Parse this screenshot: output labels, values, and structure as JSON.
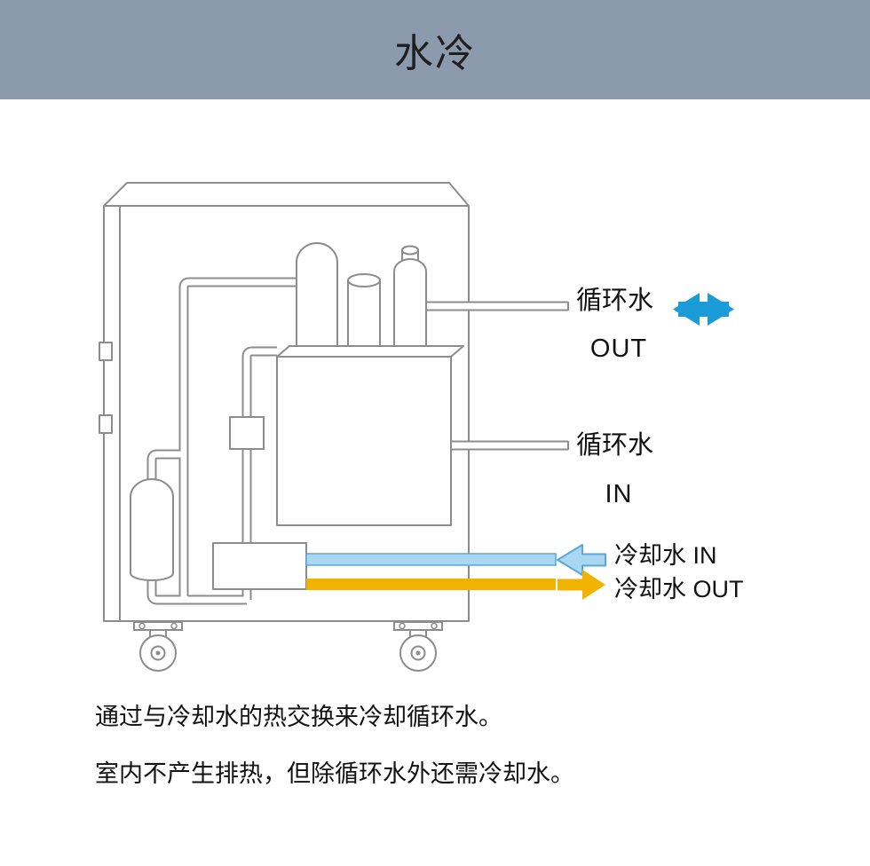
{
  "header": {
    "title": "水冷"
  },
  "diagram": {
    "circulating_water_out": {
      "label": "循环水",
      "direction": "OUT"
    },
    "circulating_water_in": {
      "label": "循环水",
      "direction": "IN"
    },
    "cooling_water_in": {
      "label": "冷却水 IN"
    },
    "cooling_water_out": {
      "label": "冷却水 OUT"
    }
  },
  "notes": {
    "line1": "通过与冷却水的热交换来冷却循环水。",
    "line2": "室内不产生排热，但除循环水外还需冷却水。"
  },
  "colors": {
    "header_bg": "#8b9aac",
    "arrow_blue": "#1a9cd8",
    "cooling_in_fill": "#a9d6f0",
    "cooling_in_stroke": "#58a7d8",
    "cooling_out_yellow": "#f0b300",
    "diagram_line": "#8c8c8c"
  }
}
